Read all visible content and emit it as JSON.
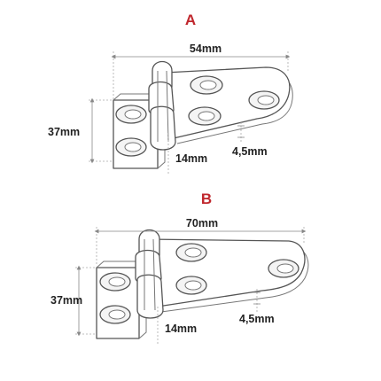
{
  "hinge_a": {
    "letter": "A",
    "length": "54mm",
    "height": "37mm",
    "leaf_width": "14mm",
    "thickness": "4,5mm"
  },
  "hinge_b": {
    "letter": "B",
    "length": "70mm",
    "height": "37mm",
    "leaf_width": "14mm",
    "thickness": "4,5mm"
  },
  "colors": {
    "letter_accent": "#c0272d",
    "line": "#555555"
  }
}
